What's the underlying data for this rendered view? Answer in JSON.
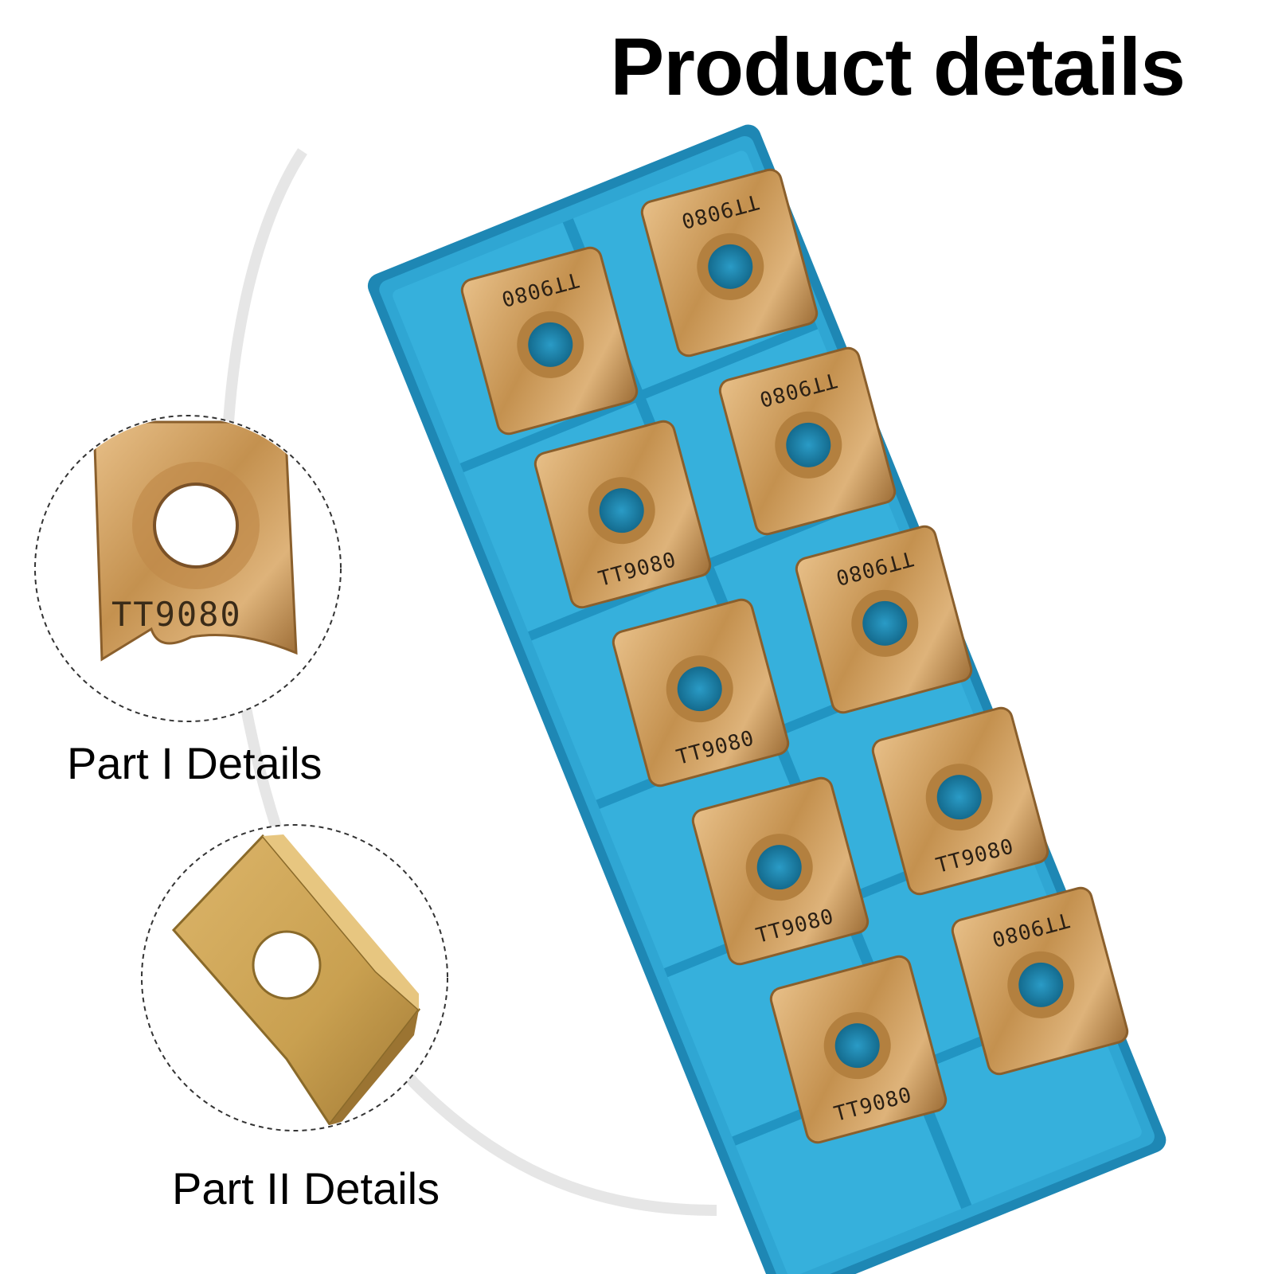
{
  "header": {
    "title": "Product details"
  },
  "details": [
    {
      "caption": "Part I Details"
    },
    {
      "caption": "Part II Details"
    }
  ],
  "insert": {
    "marking": "TT9080"
  },
  "colors": {
    "tray": "#2fa6d3",
    "tray_dark": "#1e87b4",
    "insert_gold": "#c99a5a",
    "insert_dark": "#8a5f2c",
    "hole": "#1b7fa6"
  }
}
